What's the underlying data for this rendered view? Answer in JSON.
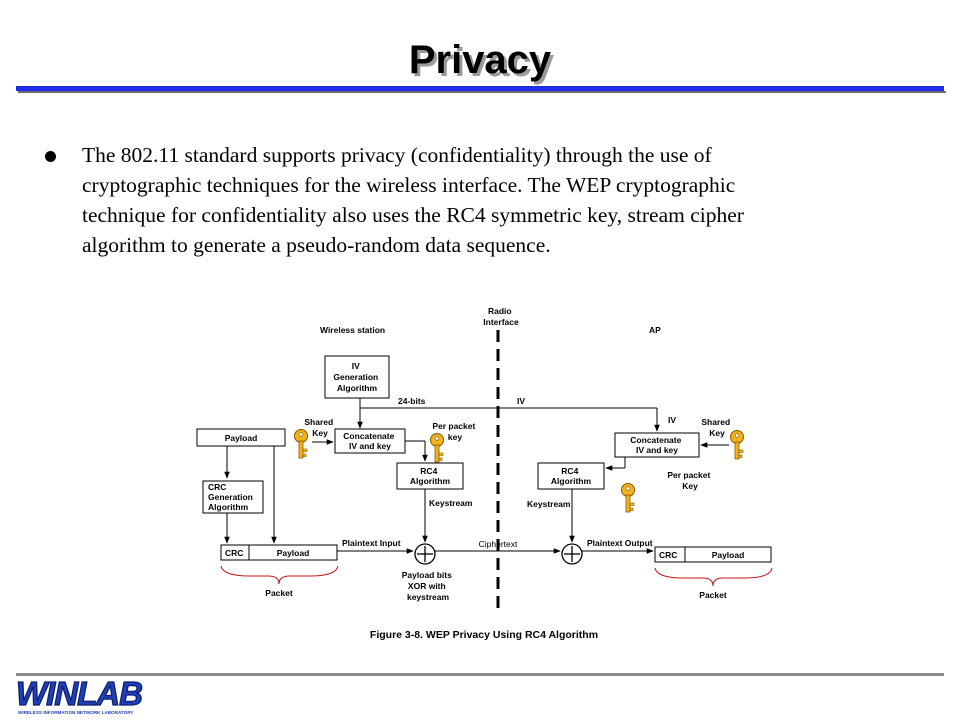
{
  "slide": {
    "title": "Privacy",
    "bullet_lines": [
      "The 802.11 standard supports privacy (confidentiality) through the use of",
      "cryptographic techniques for the wireless interface. The WEP cryptographic",
      "technique for confidentiality also uses the RC4 symmetric key, stream cipher",
      "algorithm to generate a pseudo-random data sequence."
    ],
    "logo_text": "WINLAB",
    "logo_subtext": "WIRELESS INFORMATION NETWORK LABORATORY"
  },
  "diagram": {
    "radio_interface": [
      "Radio",
      "Interface"
    ],
    "wireless_station": "Wireless station",
    "ap": "AP",
    "iv_gen": [
      "IV",
      "Generation",
      "Algorithm"
    ],
    "bits24": "24-bits",
    "iv_top": "IV",
    "iv_right": "IV",
    "shared_key_left": [
      "Shared",
      "Key"
    ],
    "shared_key_right": [
      "Shared",
      "Key"
    ],
    "payload_top": "Payload",
    "concat_left": [
      "Concatenate",
      "IV and key"
    ],
    "concat_right": [
      "Concatenate",
      "IV and key"
    ],
    "per_packet_left": [
      "Per  packet",
      "key"
    ],
    "per_packet_right": [
      "Per  packet",
      "Key"
    ],
    "rc4_left": [
      "RC4",
      "Algorithm"
    ],
    "rc4_right": [
      "RC4",
      "Algorithm"
    ],
    "crc_gen": [
      "CRC",
      "Generation",
      "Algorithm"
    ],
    "keystream_left": "Keystream",
    "keystream_right": "Keystream",
    "plaintext_input": "Plaintext Input",
    "plaintext_output": "Plaintext Output",
    "ciphertext": "Ciphertext",
    "crc": "CRC",
    "payload": "Payload",
    "payload_bits": [
      "Payload bits",
      "XOR with",
      "keystream"
    ],
    "packet": "Packet",
    "caption": "Figure 3-8.  WEP Privacy Using RC4 Algorithm"
  }
}
